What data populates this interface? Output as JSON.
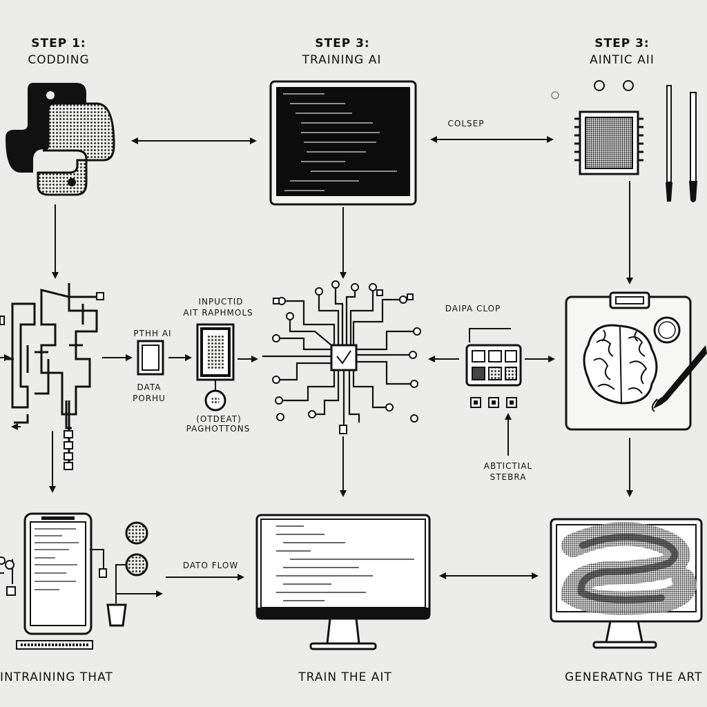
{
  "steps": [
    {
      "title": "STEP 1:",
      "subtitle": "CODDING"
    },
    {
      "title": "STEP 3:",
      "subtitle": "TRAINING AI"
    },
    {
      "title": "STEP 3:",
      "subtitle": "AINTIC AII"
    }
  ],
  "labels": {
    "colsep": "COLSEP",
    "inpuctid": "INPUCTID",
    "ait_raphmols": "AIT RAPHMOLS",
    "pthh_ai": "PTHH AI",
    "data": "DATA",
    "porhu": "PORHU",
    "otdeat": "(OTDEAT)",
    "paghottons": "PAGHOTTONS",
    "daipa_clop": "DAIPA CLOP",
    "abtictial": "ABTICTIAL",
    "stebra": "STEBRA",
    "dato_flow": "DATO FLOW"
  },
  "footer": [
    "INTRAINING THAT",
    "TRAIN THE AIT",
    "GENERATNG THE ART"
  ]
}
